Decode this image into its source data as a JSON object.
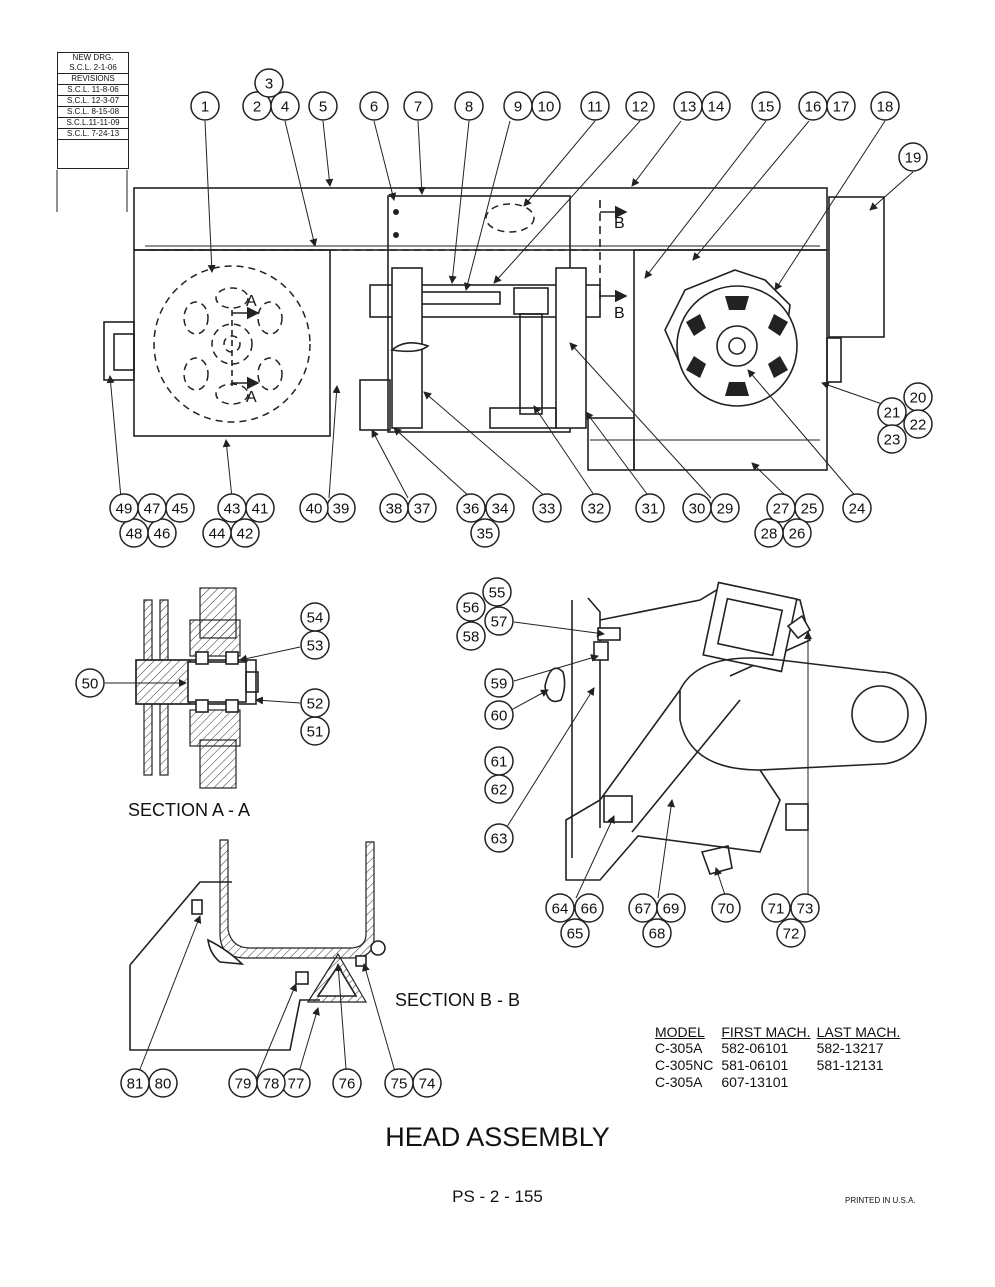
{
  "revision_block": {
    "header_lines": [
      "NEW DRG.",
      "S.C.L. 2-1-06"
    ],
    "revisions_label": "REVISIONS",
    "revisions": [
      "S.C.L. 11-8-06",
      "S.C.L. 12-3-07",
      "S.C.L. 8-15-08",
      "S.C.L.11-11-09",
      "S.C.L. 7-24-13"
    ]
  },
  "callouts": [
    "1",
    "2",
    "3",
    "4",
    "5",
    "6",
    "7",
    "8",
    "9",
    "10",
    "11",
    "12",
    "13",
    "14",
    "15",
    "16",
    "17",
    "18",
    "19",
    "20",
    "21",
    "22",
    "23",
    "24",
    "25",
    "26",
    "27",
    "28",
    "29",
    "30",
    "31",
    "32",
    "33",
    "34",
    "35",
    "36",
    "37",
    "38",
    "39",
    "40",
    "41",
    "42",
    "43",
    "44",
    "45",
    "46",
    "47",
    "48",
    "49",
    "50",
    "51",
    "52",
    "53",
    "54",
    "55",
    "56",
    "57",
    "58",
    "59",
    "60",
    "61",
    "62",
    "63",
    "64",
    "65",
    "66",
    "67",
    "68",
    "69",
    "70",
    "71",
    "72",
    "73",
    "74",
    "75",
    "76",
    "77",
    "78",
    "79",
    "80",
    "81"
  ],
  "view_markers": {
    "a": "A",
    "b": "B"
  },
  "sections": {
    "a_a": "SECTION A - A",
    "b_b": "SECTION B - B"
  },
  "model_table": {
    "headers": [
      "MODEL",
      "FIRST MACH.",
      "LAST MACH."
    ],
    "rows": [
      [
        "C-305A",
        "582-06101",
        "582-13217"
      ],
      [
        "C-305NC",
        "581-06101",
        "581-12131"
      ],
      [
        "C-305A",
        "607-13101",
        ""
      ]
    ]
  },
  "title": "HEAD ASSEMBLY",
  "page_number": "PS - 2 - 155",
  "printed_note": "PRINTED IN U.S.A."
}
